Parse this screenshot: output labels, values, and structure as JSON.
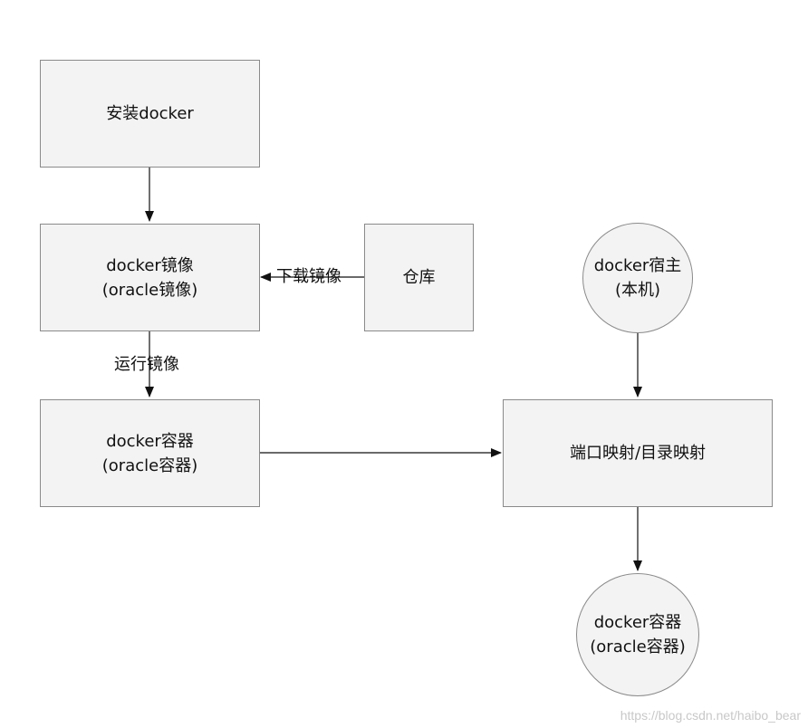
{
  "nodes": {
    "install_docker": {
      "lines": [
        "安装docker"
      ]
    },
    "docker_image": {
      "lines": [
        "docker镜像",
        "(oracle镜像)"
      ]
    },
    "repository": {
      "lines": [
        "仓库"
      ]
    },
    "docker_container": {
      "lines": [
        "docker容器",
        "(oracle容器)"
      ]
    },
    "docker_host": {
      "lines": [
        "docker宿主",
        "(本机)"
      ]
    },
    "port_dir_mapping": {
      "lines": [
        "端口映射/目录映射"
      ]
    },
    "docker_container_result": {
      "lines": [
        "docker容器",
        "(oracle容器)"
      ]
    }
  },
  "edge_labels": {
    "download_image": "下载镜像",
    "run_image": "运行镜像"
  },
  "colors": {
    "node_fill": "#f3f3f3",
    "node_border": "#8a8a8a",
    "edge": "#111111"
  },
  "watermark": "https://blog.csdn.net/haibo_bear"
}
